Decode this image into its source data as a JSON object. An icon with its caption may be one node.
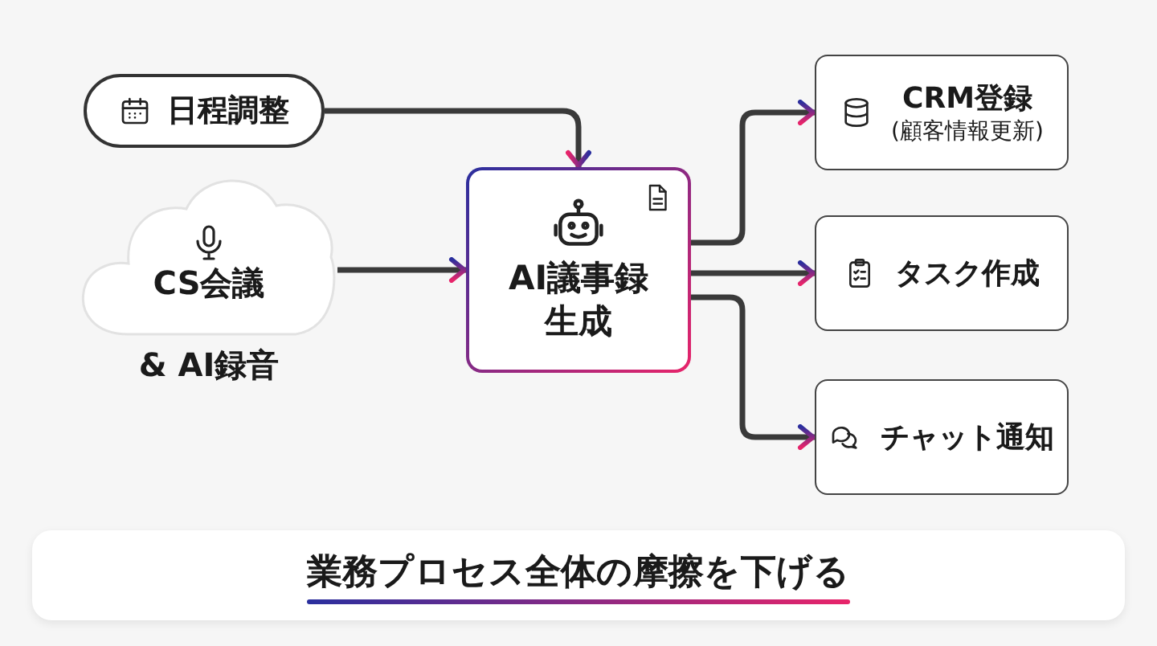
{
  "diagram": {
    "nodes": [
      {
        "text": [
          "日程調整"
        ]
      },
      {
        "text": [
          "CS会議"
        ],
        "beside": [
          "& AI録音"
        ]
      },
      {
        "text": [
          "AI議事録生成"
        ]
      },
      {
        "text": [
          "CRM登録",
          "(顧客情報更新)"
        ]
      },
      {
        "text": [
          "タスク作成"
        ]
      },
      {
        "text": [
          "チャット通知"
        ]
      },
      {
        "text": [
          "業務プロセス全体の摩擦を下げる"
        ]
      }
    ],
    "edges": [
      {
        "from": 0,
        "to": 2,
        "arrow": "to"
      },
      {
        "from": 1,
        "to": 2,
        "arrow": "to"
      },
      {
        "from": 2,
        "to": 3,
        "arrow": "to"
      },
      {
        "from": 2,
        "to": 4,
        "arrow": "to"
      },
      {
        "from": 2,
        "to": 5,
        "arrow": "to"
      }
    ]
  }
}
